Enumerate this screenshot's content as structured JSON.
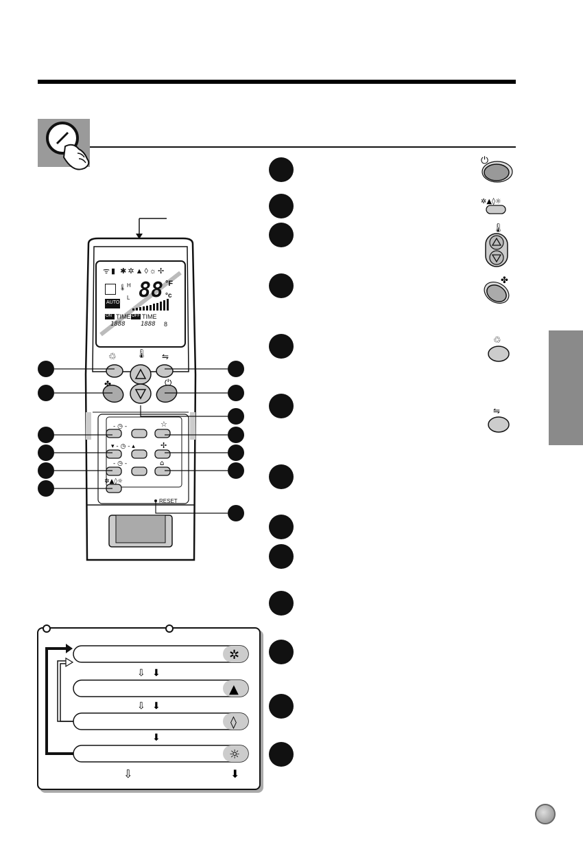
{
  "remote": {
    "lcd": {
      "temp_digits": "88",
      "unit_f": "°F",
      "unit_c": "°c",
      "on_time_tag": "ON",
      "on_time_label": "TIME",
      "off_time_tag": "OFF",
      "off_time_label": "TIME",
      "time1": "1888",
      "time2": "1888",
      "hl_h": "H",
      "hl_l": "L",
      "auto_tag": "AUTO",
      "corner_text": "8"
    },
    "reset_label": "RESET"
  },
  "colors": {
    "accent_gray": "#9a9a9a",
    "tab_gray": "#8a8a8a"
  },
  "icons": {
    "power": "power-icon",
    "mode": "mode-icon",
    "temperature": "thermometer-icon",
    "fan": "fan-icon",
    "swing": "swing-icon",
    "air_direction": "air-direction-icon"
  }
}
